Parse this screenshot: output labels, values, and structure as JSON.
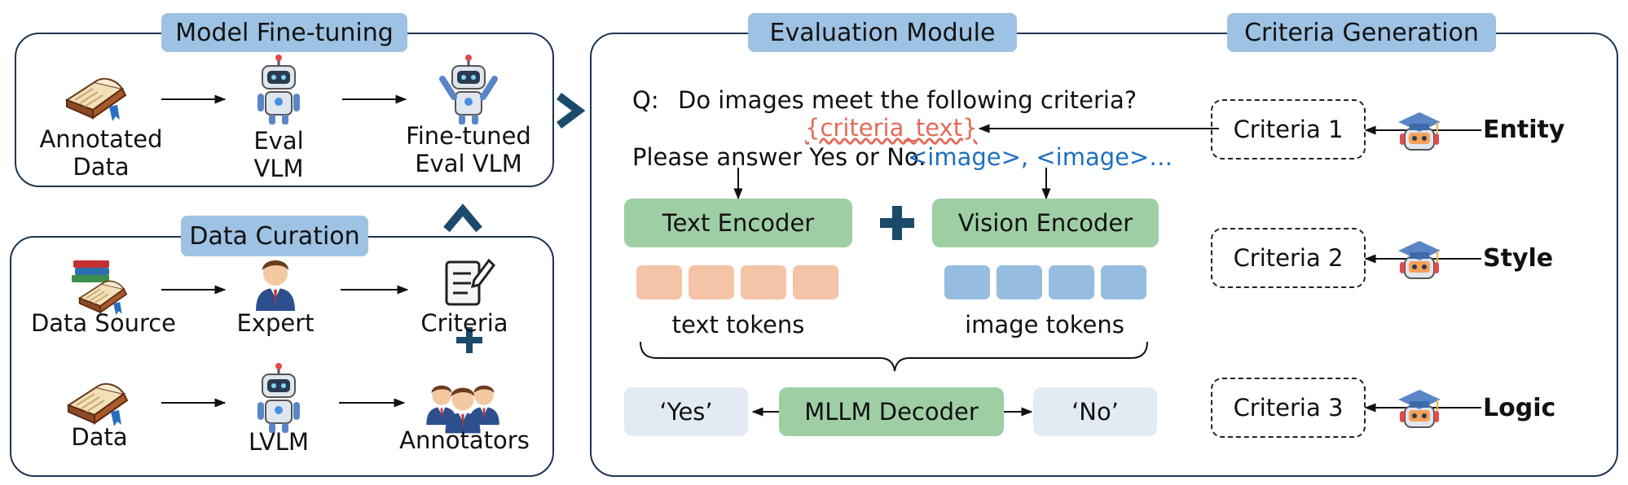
{
  "model_finetuning": {
    "title": "Model Fine-tuning",
    "annotated_data": "Annotated\nData",
    "eval_vlm": "Eval\nVLM",
    "finetuned_vlm": "Fine-tuned\nEval VLM"
  },
  "data_curation": {
    "title": "Data Curation",
    "data_source": "Data Source",
    "expert": "Expert",
    "criteria": "Criteria",
    "data": "Data",
    "lvlm": "LVLM",
    "annotators": "Annotators"
  },
  "evaluation_module": {
    "title": "Evaluation Module",
    "question_prefix": "Q:",
    "question": "Do images meet the following criteria?",
    "criteria_placeholder": "{criteria_text}",
    "answer_prompt": "Please answer Yes or No.",
    "image_placeholders": "<image>, <image>…",
    "text_encoder": "Text Encoder",
    "vision_encoder": "Vision Encoder",
    "text_tokens": "text tokens",
    "image_tokens": "image tokens",
    "decoder": "MLLM Decoder",
    "yes": "‘Yes’",
    "no": "‘No’"
  },
  "criteria_generation": {
    "title": "Criteria Generation",
    "items": [
      {
        "criteria": "Criteria 1",
        "aspect": "Entity"
      },
      {
        "criteria": "Criteria 2",
        "aspect": "Style"
      },
      {
        "criteria": "Criteria 3",
        "aspect": "Logic"
      }
    ]
  },
  "colors": {
    "tag": "#9ec2e3",
    "encoder": "#9ecfa4",
    "text_token": "#f5c3a5",
    "image_token": "#95bde0",
    "criteria_text": "#e46b5a",
    "image_text": "#1f6fbf",
    "accent": "#1b4a6b"
  }
}
